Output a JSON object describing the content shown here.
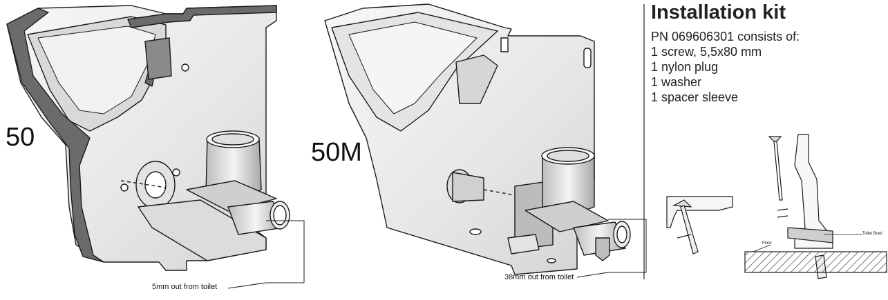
{
  "figure": {
    "left_model_label": "50",
    "right_model_label": "50M",
    "left_callout": "5mm out from toilet",
    "right_callout": "38mm out from toilet"
  },
  "kit": {
    "title": "Installation kit",
    "lines": [
      "PN 069606301 consists of:",
      "1 screw, 5,5x80 mm",
      "1 nylon plug",
      "1 washer",
      "1 spacer sleeve"
    ]
  },
  "detail": {
    "toilet_bowl_label": "Toilet Bowl",
    "floor_label": "Floor"
  },
  "colors": {
    "line": "#1a1a1a",
    "section_fill": "#6b6b6b",
    "porcelain": "#eeeeee",
    "shadow": "#cfcfcf"
  }
}
